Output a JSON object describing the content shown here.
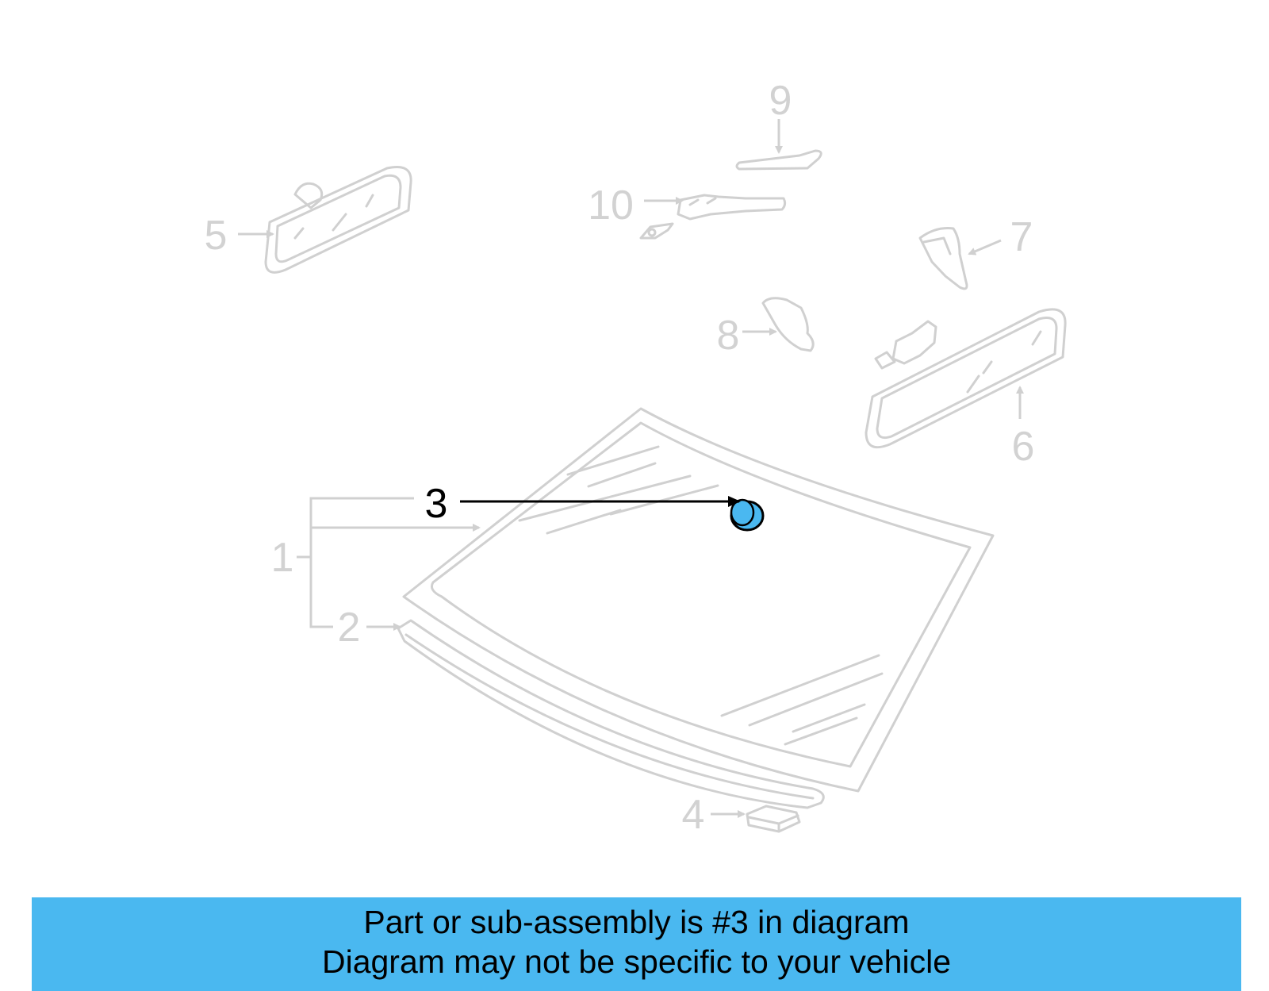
{
  "diagram": {
    "highlight_color": "#4ab8f0",
    "faded_color": "#d0d0d0",
    "callouts": [
      {
        "id": "1",
        "label": "1",
        "highlighted": false
      },
      {
        "id": "2",
        "label": "2",
        "highlighted": false
      },
      {
        "id": "3",
        "label": "3",
        "highlighted": true
      },
      {
        "id": "4",
        "label": "4",
        "highlighted": false
      },
      {
        "id": "5",
        "label": "5",
        "highlighted": false
      },
      {
        "id": "6",
        "label": "6",
        "highlighted": false
      },
      {
        "id": "7",
        "label": "7",
        "highlighted": false
      },
      {
        "id": "8",
        "label": "8",
        "highlighted": false
      },
      {
        "id": "9",
        "label": "9",
        "highlighted": false
      },
      {
        "id": "10",
        "label": "10",
        "highlighted": false
      }
    ]
  },
  "banner": {
    "line1": "Part or sub-assembly is #3 in diagram",
    "line2": "Diagram may not be specific to your vehicle",
    "background": "#4ab8f0"
  }
}
